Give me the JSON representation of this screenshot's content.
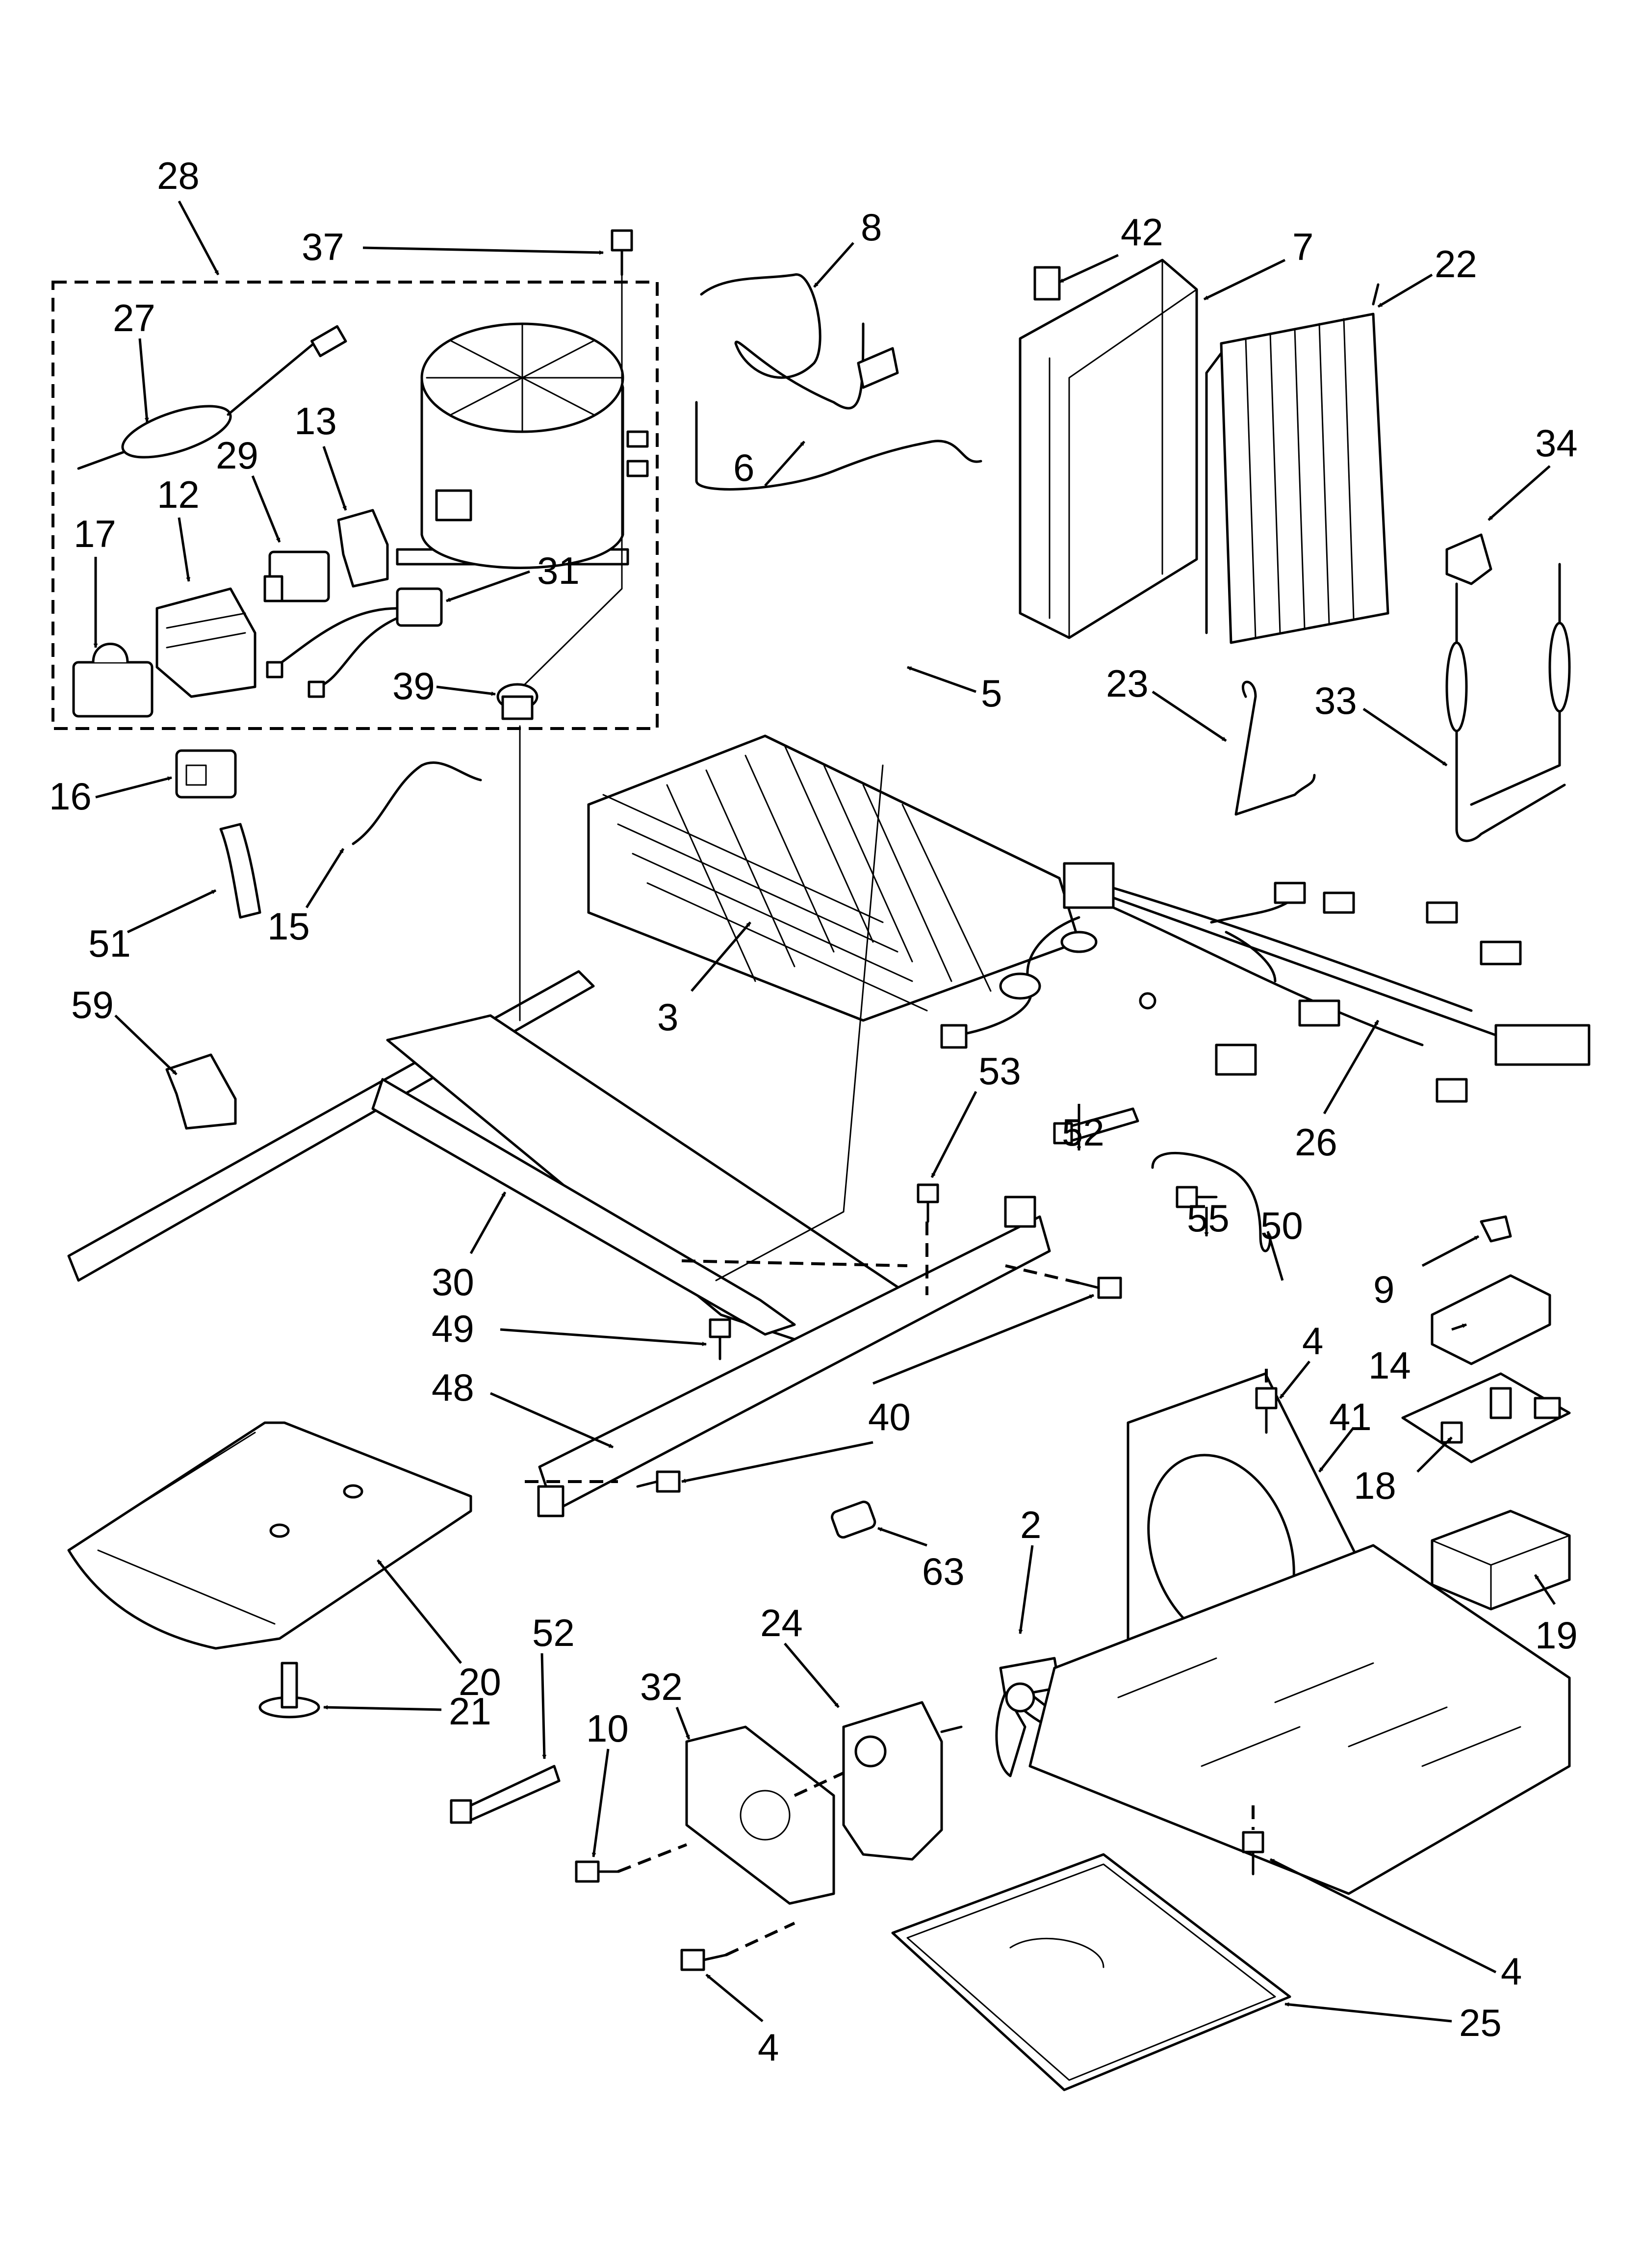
{
  "diagram": {
    "labels": [
      "28",
      "37",
      "8",
      "42",
      "7",
      "22",
      "27",
      "13",
      "29",
      "12",
      "6",
      "34",
      "17",
      "31",
      "39",
      "5",
      "23",
      "33",
      "16",
      "51",
      "15",
      "3",
      "59",
      "26",
      "53",
      "52",
      "55",
      "50",
      "30",
      "49",
      "9",
      "48",
      "40",
      "14",
      "4",
      "41",
      "18",
      "2",
      "63",
      "19",
      "20",
      "52",
      "24",
      "32",
      "10",
      "21",
      "4",
      "25",
      "4"
    ]
  }
}
